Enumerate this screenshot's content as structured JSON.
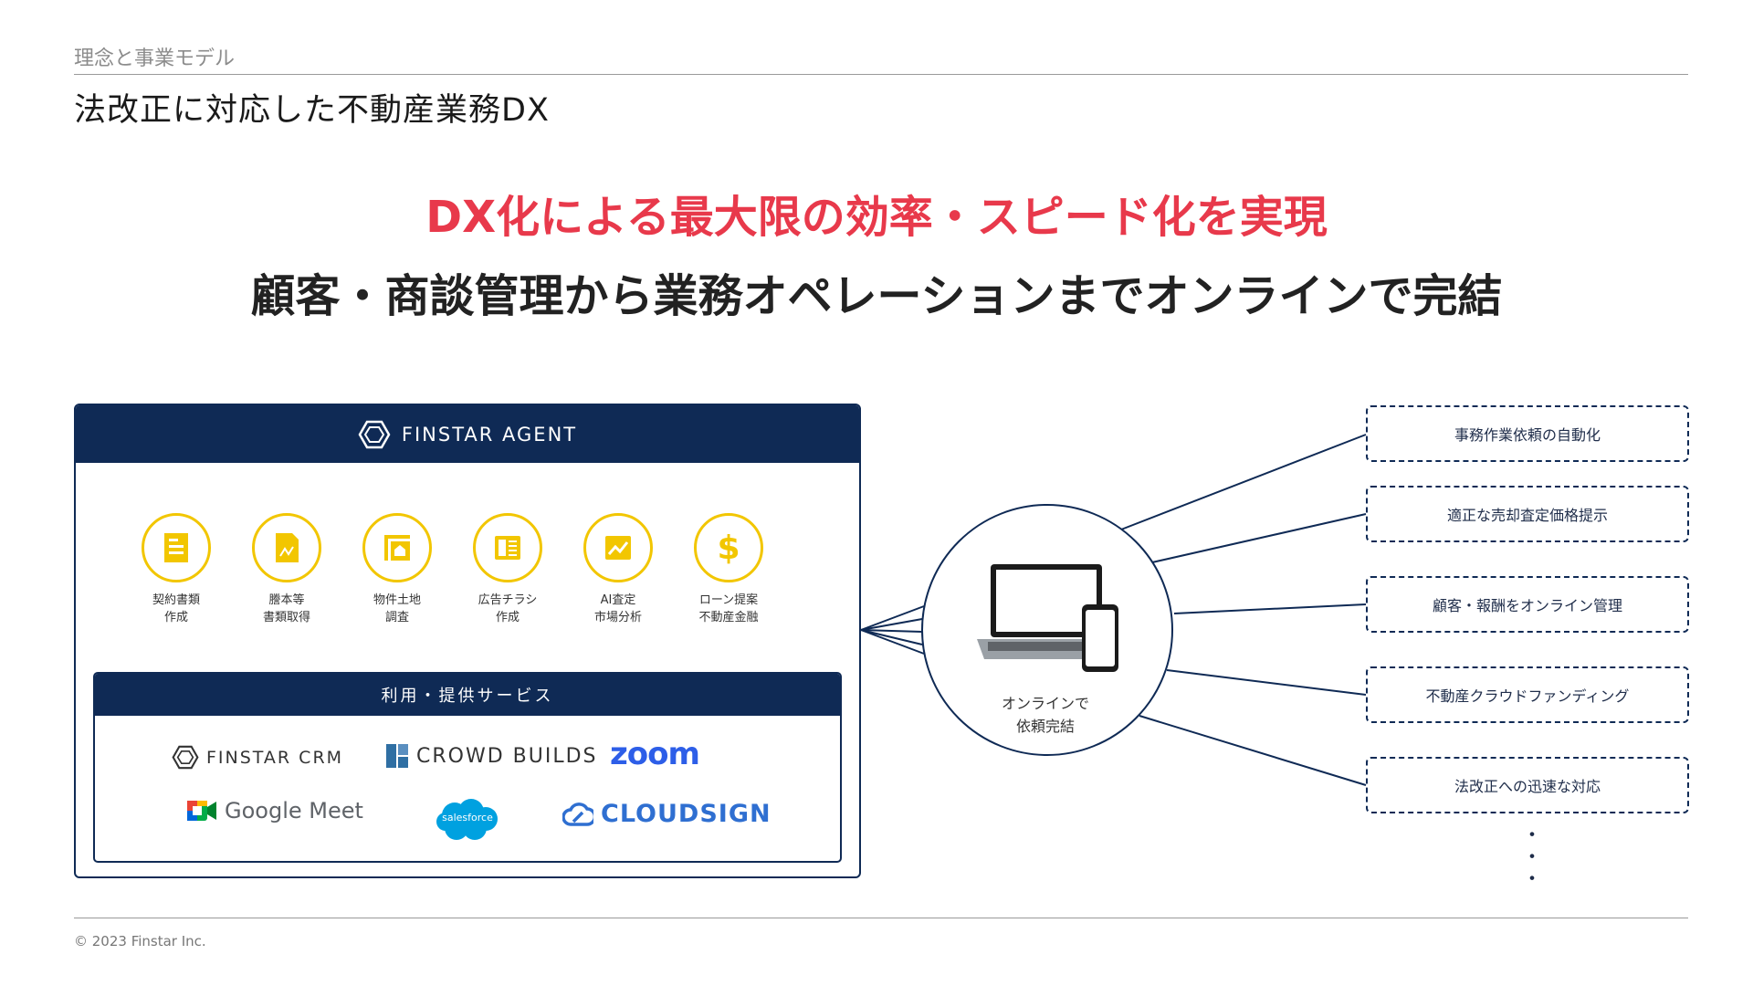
{
  "section_label": "理念と事業モデル",
  "page_title": "法改正に対応した不動産業務DX",
  "headline_red": "DX化による最大限の効率・スピード化を実現",
  "headline_dark": "顧客・商談管理から業務オペレーションまでオンラインで完結",
  "agent": {
    "brand": "FINSTAR AGENT",
    "features": [
      {
        "line1": "契約書類",
        "line2": "作成",
        "icon": "document-icon"
      },
      {
        "line1": "謄本等",
        "line2": "書類取得",
        "icon": "certificate-icon"
      },
      {
        "line1": "物件土地",
        "line2": "調査",
        "icon": "property-icon"
      },
      {
        "line1": "広告チラシ",
        "line2": "作成",
        "icon": "flyer-icon"
      },
      {
        "line1": "AI査定",
        "line2": "市場分析",
        "icon": "chart-icon"
      },
      {
        "line1": "ローン提案",
        "line2": "不動産金融",
        "icon": "dollar-icon"
      }
    ],
    "services_title": "利用・提供サービス",
    "services": {
      "finstar_crm": "FINSTAR CRM",
      "crowd_builds": "CROWD BUILDS",
      "zoom": "zoom",
      "google_meet": "Google Meet",
      "salesforce": "salesforce",
      "cloudsign": "CLOUDSIGN"
    }
  },
  "device_caption": {
    "line1": "オンラインで",
    "line2": "依頼完結"
  },
  "benefits": [
    "事務作業依頼の自動化",
    "適正な売却査定価格提示",
    "顧客・報酬をオンライン管理",
    "不動産クラウドファンディング",
    "法改正への迅速な対応"
  ],
  "benefits_more": "・\n・\n・",
  "copyright": "© 2023 Finstar Inc.",
  "colors": {
    "navy": "#0f2a55",
    "accent_red": "#e8394b",
    "icon_yellow": "#f2c600"
  }
}
